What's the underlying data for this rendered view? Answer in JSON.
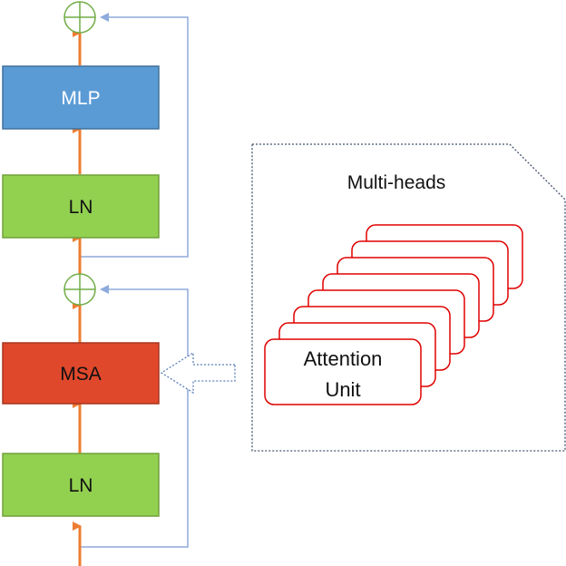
{
  "blocks": {
    "mlp_label": "MLP",
    "ln_top_label": "LN",
    "msa_label": "MSA",
    "ln_bottom_label": "LN"
  },
  "multi_heads_panel": {
    "title": "Multi-heads",
    "unit_line1": "Attention",
    "unit_line2": "Unit"
  },
  "colors": {
    "mlp_fill": "#5B9BD5",
    "mlp_stroke": "#41719C",
    "ln_fill": "#92D050",
    "ln_stroke": "#71A13A",
    "msa_fill": "#E0482C",
    "msa_stroke": "#A8351F",
    "flow_arrow": "#ED7D31",
    "skip_line": "#8FAADC",
    "adder": "#70AD47",
    "attention_card_stroke": "#E00000",
    "panel_border": "#44546A"
  }
}
